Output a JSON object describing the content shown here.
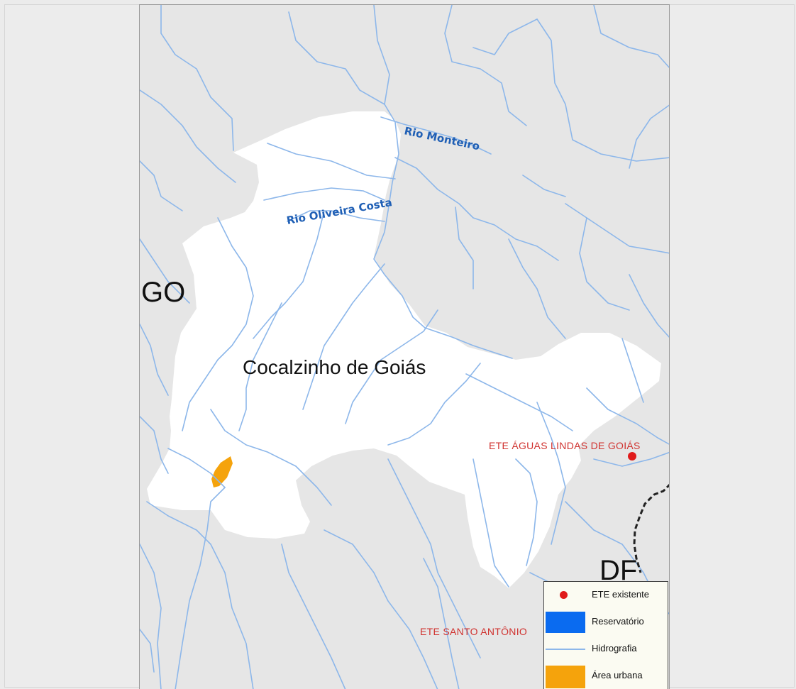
{
  "map": {
    "state_labels": {
      "go": "GO",
      "df": "DF"
    },
    "municipality_label": "Cocalzinho de Goiás",
    "rivers": {
      "monteiro": "Rio Monteiro",
      "oliveira_costa": "Rio Oliveira Costa"
    },
    "ete_labels": {
      "aguas_lindas": "ETE ÁGUAS LINDAS DE GOIÁS",
      "santo_antonio": "ETE SANTO ANTÔNIO"
    }
  },
  "legend": {
    "items": [
      {
        "label": "ETE existente",
        "symbol": "red-dot-icon",
        "color": "#e01b1b"
      },
      {
        "label": "Reservatório",
        "symbol": "reservoir-swatch",
        "color": "#0a6bf0"
      },
      {
        "label": "Hidrografia",
        "symbol": "river-line",
        "color": "#8db7ea"
      },
      {
        "label": "Área urbana",
        "symbol": "urban-swatch",
        "color": "#f5a30c"
      }
    ]
  },
  "colors": {
    "background": "#e6e6e6",
    "municipality": "#ffffff",
    "river": "#8db7ea",
    "ete": "#e01b1b",
    "urban": "#f5a30c"
  }
}
